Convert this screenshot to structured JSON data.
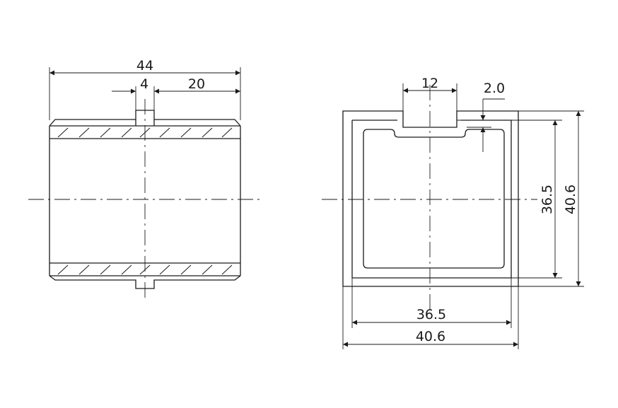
{
  "side_view": {
    "overall_length": "44",
    "slot_width": "4",
    "slot_to_end": "20"
  },
  "section_view": {
    "slot_width": "12",
    "wall_thickness": "2.0",
    "inner_height": "36.5",
    "outer_height": "40.6",
    "inner_width": "36.5",
    "outer_width": "40.6"
  }
}
